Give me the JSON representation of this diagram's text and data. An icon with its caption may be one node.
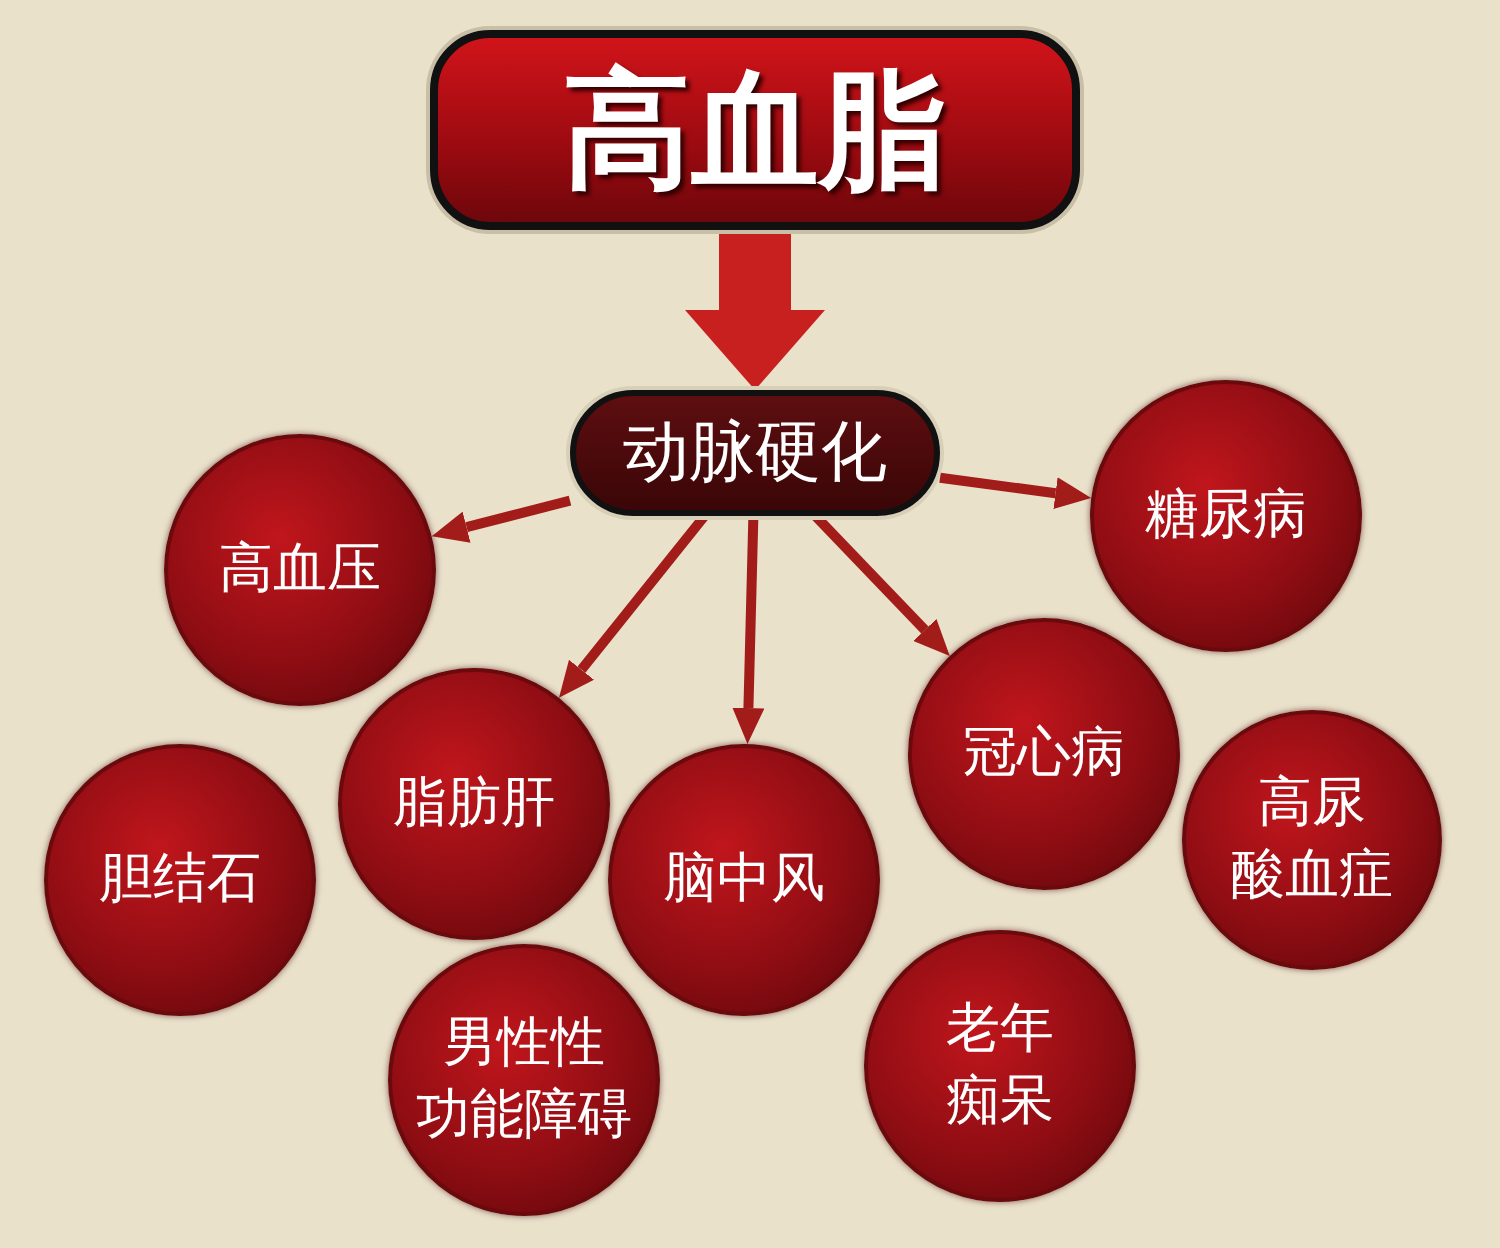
{
  "diagram": {
    "nodes": [
      {
        "text": [
          "高血脂"
        ]
      },
      {
        "text": [
          "动脉硬化"
        ]
      },
      {
        "text": [
          "高血压"
        ]
      },
      {
        "text": [
          "糖尿病"
        ]
      },
      {
        "text": [
          "脂肪肝"
        ]
      },
      {
        "text": [
          "脑中风"
        ]
      },
      {
        "text": [
          "冠心病"
        ]
      },
      {
        "text": [
          "胆结石"
        ]
      },
      {
        "text": [
          "高尿酸血症"
        ]
      },
      {
        "text": [
          "男性性功能障碍"
        ]
      },
      {
        "text": [
          "老年痴呆"
        ]
      }
    ],
    "edges": [
      {
        "from": 0,
        "to": 1,
        "arrow": "to",
        "style": "thick",
        "color": "#c8201f"
      },
      {
        "from": 1,
        "to": 2,
        "arrow": "to"
      },
      {
        "from": 1,
        "to": 4,
        "arrow": "to"
      },
      {
        "from": 1,
        "to": 5,
        "arrow": "to"
      },
      {
        "from": 1,
        "to": 6,
        "arrow": "to"
      },
      {
        "from": 1,
        "to": 3,
        "arrow": "to"
      }
    ]
  }
}
